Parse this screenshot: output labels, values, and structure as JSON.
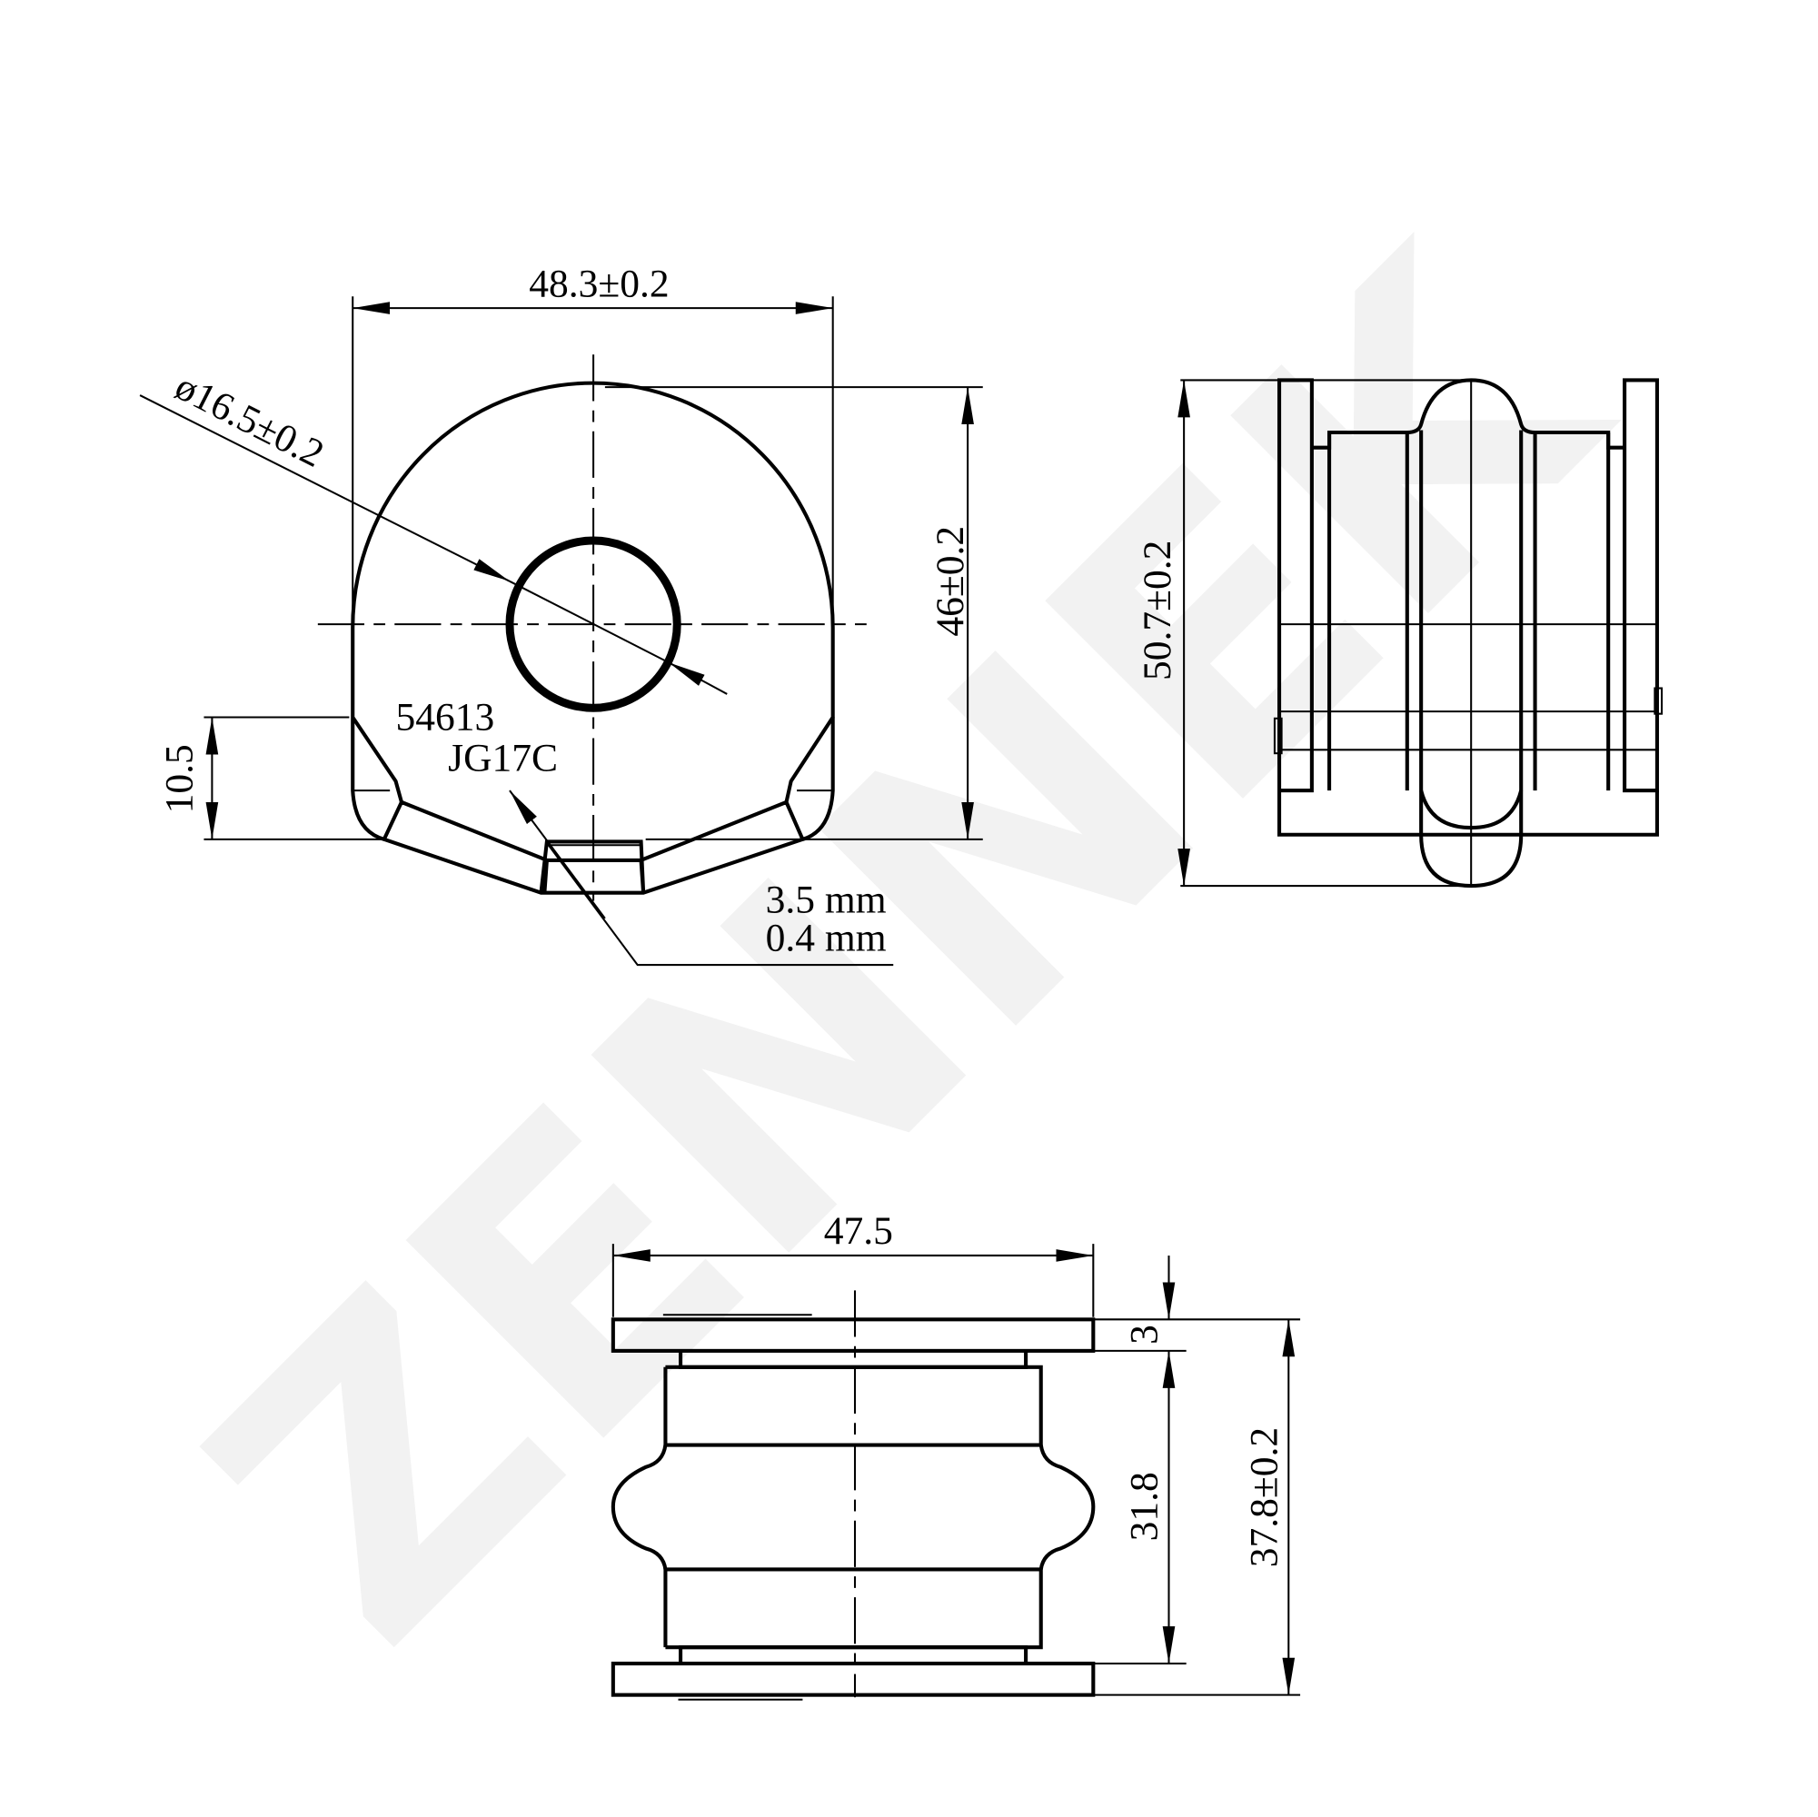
{
  "watermark": "ZENNEK",
  "front_view": {
    "width_dim": "48.3±0.2",
    "bore_dim": "ø16.5±0.2",
    "height_dim": "46±0.2",
    "flat_dim": "10.5",
    "part_number": "54613",
    "code": "JG17C",
    "note_line1": "3.5 mm",
    "note_line2": "0.4 mm"
  },
  "side_view": {
    "length_dim": "50.7±0.2"
  },
  "bottom_view": {
    "width_dim": "47.5",
    "flange_dim": "3",
    "inner_dim": "31.8",
    "total_dim": "37.8±0.2"
  }
}
